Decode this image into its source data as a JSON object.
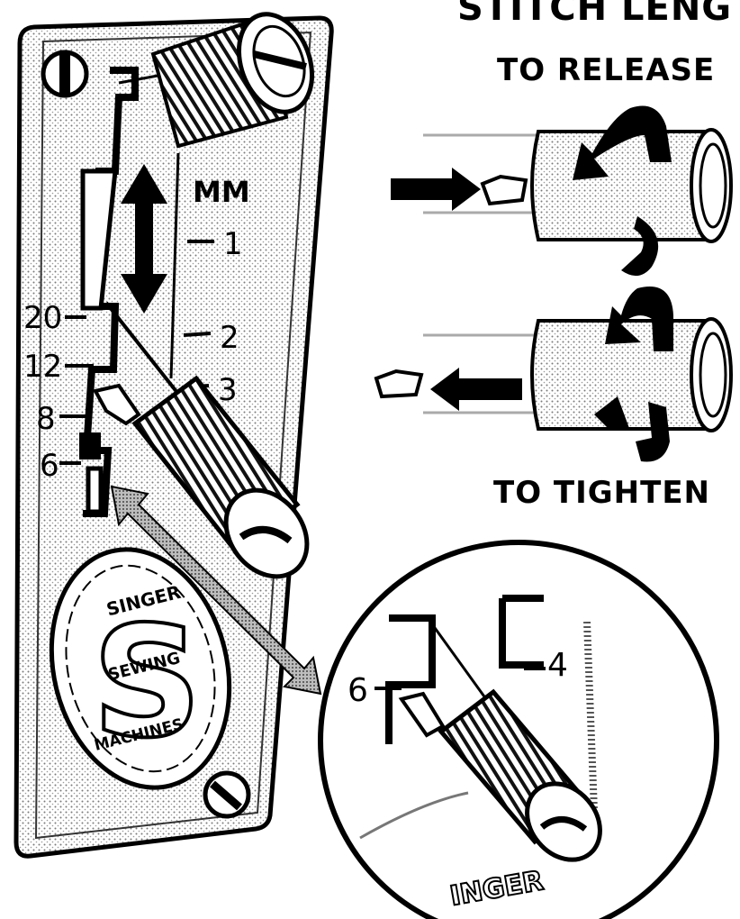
{
  "headings": {
    "title": "STITCH LENG",
    "release": "TO RELEASE",
    "tighten": "TO TIGHTEN"
  },
  "mm_scale": {
    "unit": "MM",
    "marks": [
      "1",
      "2",
      "3"
    ]
  },
  "stitch_scale": {
    "marks": [
      "20",
      "12",
      "8",
      "6"
    ]
  },
  "magnified": {
    "left_label": "6",
    "right_label": "4",
    "logo_fragment": "INGER"
  },
  "emblem": {
    "top": "SINGER",
    "middle": "SEWING",
    "bottom": "MACHINES",
    "letter": "S"
  }
}
